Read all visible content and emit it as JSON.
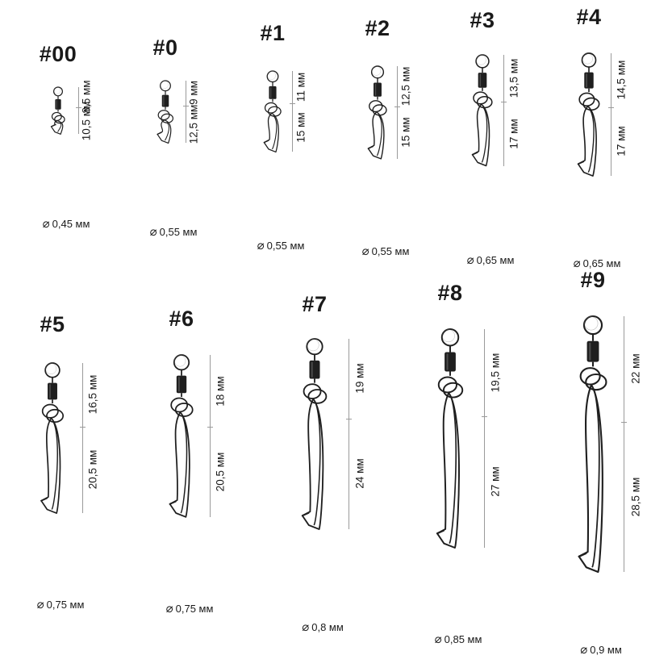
{
  "colors": {
    "metal": "#1f1f1f",
    "metal_highlight": "#6a6a6a",
    "dimension_line": "#9a9a9a",
    "text": "#1a1a1a"
  },
  "items": [
    {
      "label": "#00",
      "top": "8,5 мм",
      "bottom": "10,5 мм",
      "diameter": "0,45 мм",
      "upper_mm": 8.5,
      "lower_mm": 10.5
    },
    {
      "label": "#0",
      "top": "9 мм",
      "bottom": "12,5 мм",
      "diameter": "0,55 мм",
      "upper_mm": 9,
      "lower_mm": 12.5
    },
    {
      "label": "#1",
      "top": "11 мм",
      "bottom": "15 мм",
      "diameter": "0,55 мм",
      "upper_mm": 11,
      "lower_mm": 15
    },
    {
      "label": "#2",
      "top": "12,5 мм",
      "bottom": "15 мм",
      "diameter": "0,55 мм",
      "upper_mm": 12.5,
      "lower_mm": 15
    },
    {
      "label": "#3",
      "top": "13,5 мм",
      "bottom": "17 мм",
      "diameter": "0,65 мм",
      "upper_mm": 13.5,
      "lower_mm": 17
    },
    {
      "label": "#4",
      "top": "14,5 мм",
      "bottom": "17 мм",
      "diameter": "0,65 мм",
      "upper_mm": 14.5,
      "lower_mm": 17
    },
    {
      "label": "#5",
      "top": "16,5 мм",
      "bottom": "20,5 мм",
      "diameter": "0,75 мм",
      "upper_mm": 16.5,
      "lower_mm": 20.5
    },
    {
      "label": "#6",
      "top": "18 мм",
      "bottom": "20,5 мм",
      "diameter": "0,75 мм",
      "upper_mm": 18,
      "lower_mm": 20.5
    },
    {
      "label": "#7",
      "top": "19 мм",
      "bottom": "24 мм",
      "diameter": "0,8 мм",
      "upper_mm": 19,
      "lower_mm": 24
    },
    {
      "label": "#8",
      "top": "19,5 мм",
      "bottom": "27 мм",
      "diameter": "0,85 мм",
      "upper_mm": 19.5,
      "lower_mm": 27
    },
    {
      "label": "#9",
      "top": "22 мм",
      "bottom": "28,5 мм",
      "diameter": "0,9 мм",
      "upper_mm": 22,
      "lower_mm": 28.5
    }
  ]
}
